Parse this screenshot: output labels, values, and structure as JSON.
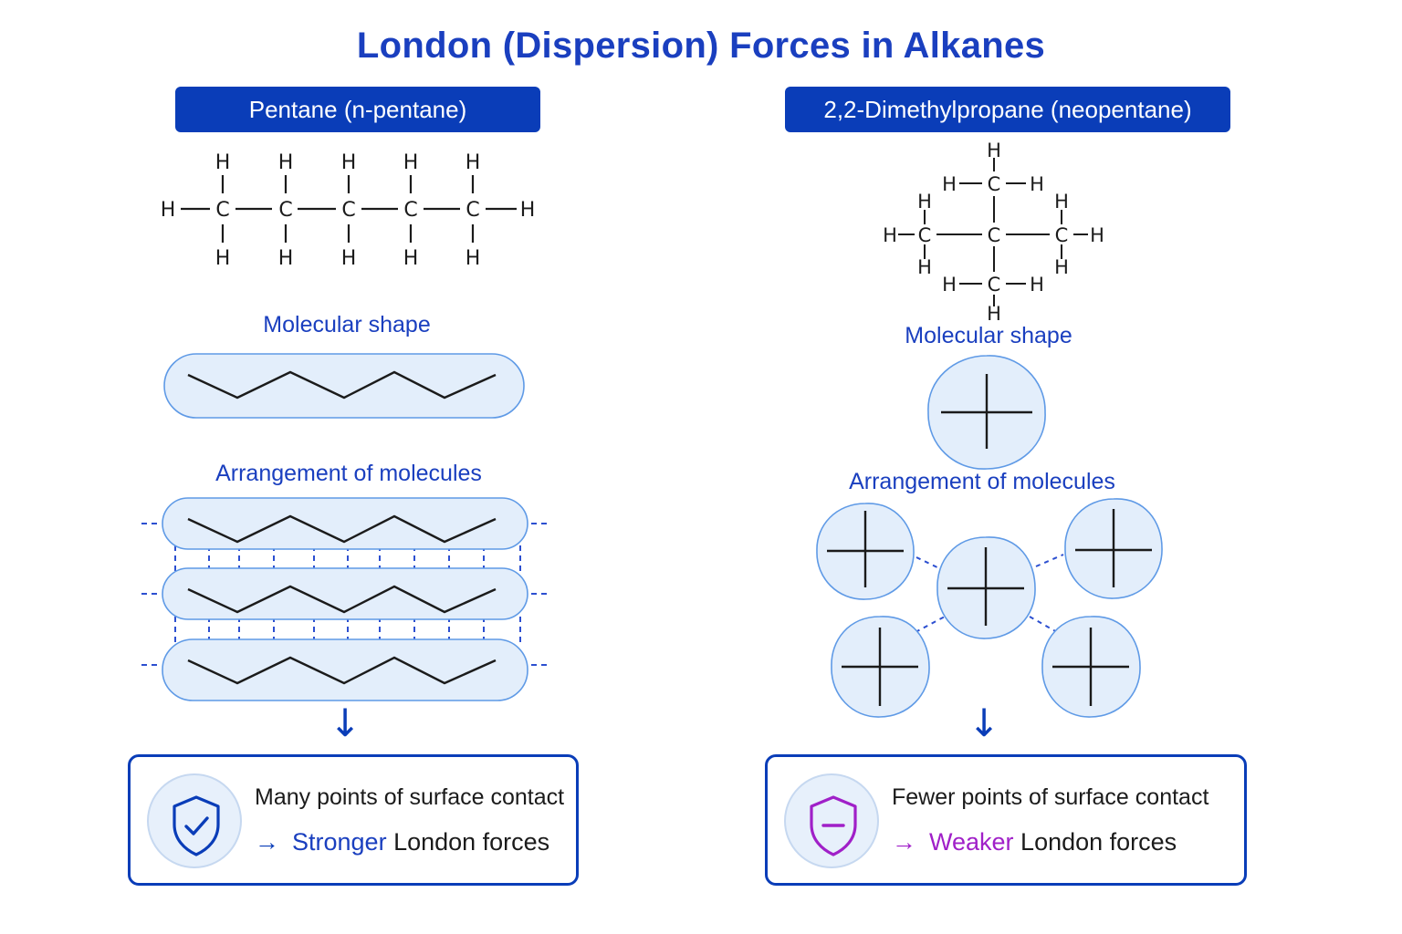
{
  "title": "London (Dispersion) Forces in Alkanes",
  "colors": {
    "brand_blue": "#0a3db8",
    "label_blue": "#1a3fbf",
    "blob_fill": "#e3eefb",
    "blob_stroke": "#5f9ae6",
    "weak_purple": "#a020c8"
  },
  "left": {
    "header": "Pentane (n-pentane)",
    "atoms": {
      "carbon": "C",
      "hydrogen": "H"
    },
    "shape_label": "Molecular shape",
    "arrangement_label": "Arrangement of molecules",
    "down_arrow": "↓",
    "conclusion": {
      "icon": "shield-check-icon",
      "line1": "Many points of surface contact",
      "arrow": "→",
      "emphasis": "Stronger",
      "rest": " London forces"
    }
  },
  "right": {
    "header": "2,2-Dimethylpropane (neopentane)",
    "atoms": {
      "carbon": "C",
      "hydrogen": "H"
    },
    "shape_label": "Molecular shape",
    "arrangement_label": "Arrangement of molecules",
    "down_arrow": "↓",
    "conclusion": {
      "icon": "shield-minus-icon",
      "line1": "Fewer points of surface contact",
      "arrow": "→",
      "emphasis": "Weaker",
      "rest": " London forces"
    }
  }
}
